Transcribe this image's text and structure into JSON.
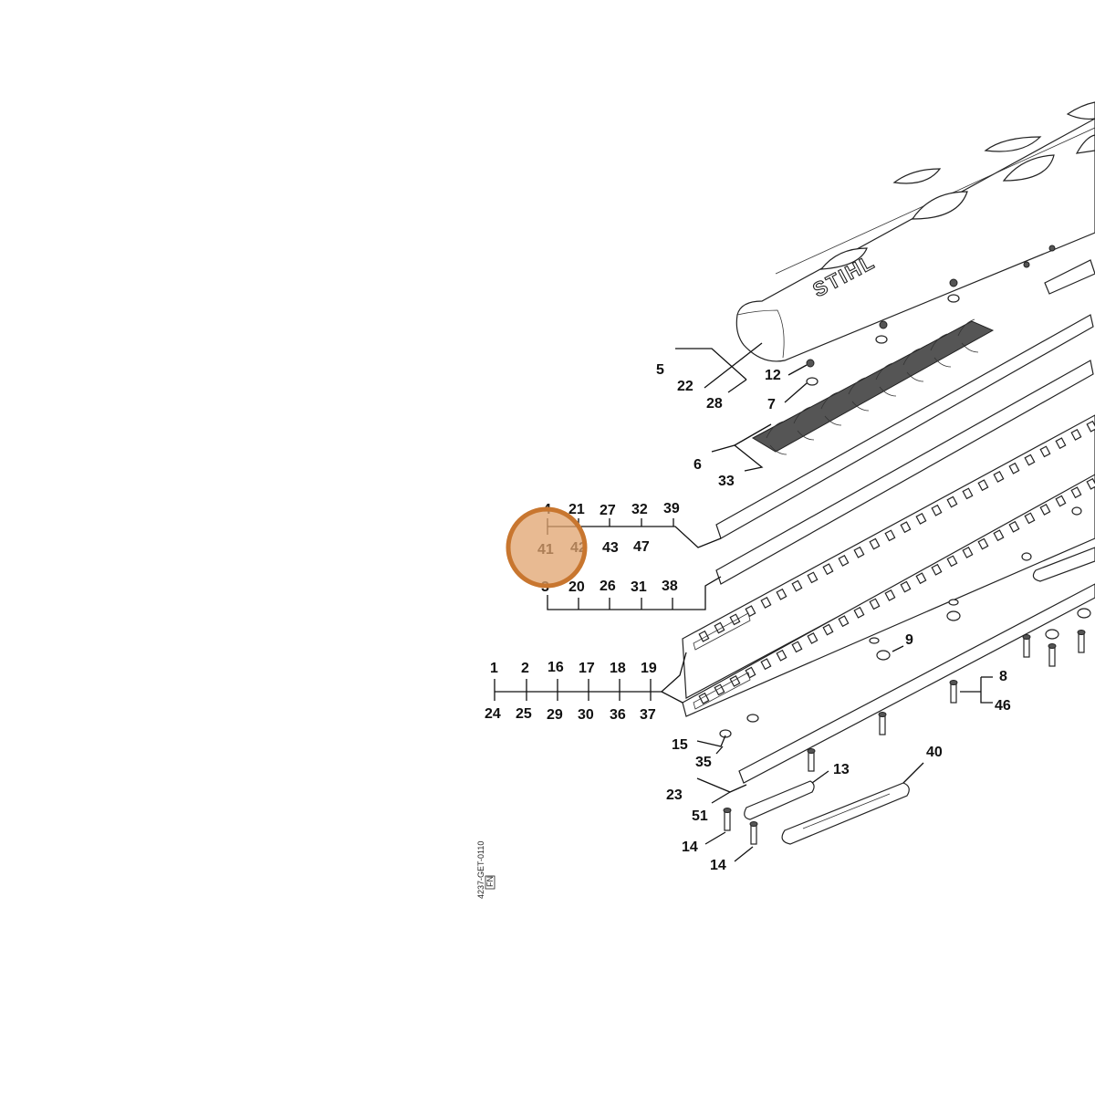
{
  "drawing": {
    "brand_text": "STIHL",
    "drawing_code": "4237-GET-0110",
    "drawing_tag": "FN"
  },
  "labels": {
    "l5": "5",
    "l22": "22",
    "l28": "28",
    "l12": "12",
    "l7": "7",
    "l6": "6",
    "l33": "33",
    "l4": "4",
    "l21": "21",
    "l27": "27",
    "l32": "32",
    "l39": "39",
    "l41": "41",
    "l42": "42",
    "l43": "43",
    "l47": "47",
    "l3": "3",
    "l20": "20",
    "l26": "26",
    "l31": "31",
    "l38": "38",
    "l9": "9",
    "l1": "1",
    "l2": "2",
    "l16": "16",
    "l17": "17",
    "l18": "18",
    "l19": "19",
    "l24": "24",
    "l25": "25",
    "l29": "29",
    "l30": "30",
    "l36": "36",
    "l37": "37",
    "l8": "8",
    "l46": "46",
    "l15": "15",
    "l35": "35",
    "l13": "13",
    "l40": "40",
    "l23": "23",
    "l51": "51",
    "l14a": "14",
    "l14b": "14"
  },
  "highlight": {
    "color": "#e0a36e",
    "ring_color": "#c8762f",
    "target_label": "41"
  }
}
